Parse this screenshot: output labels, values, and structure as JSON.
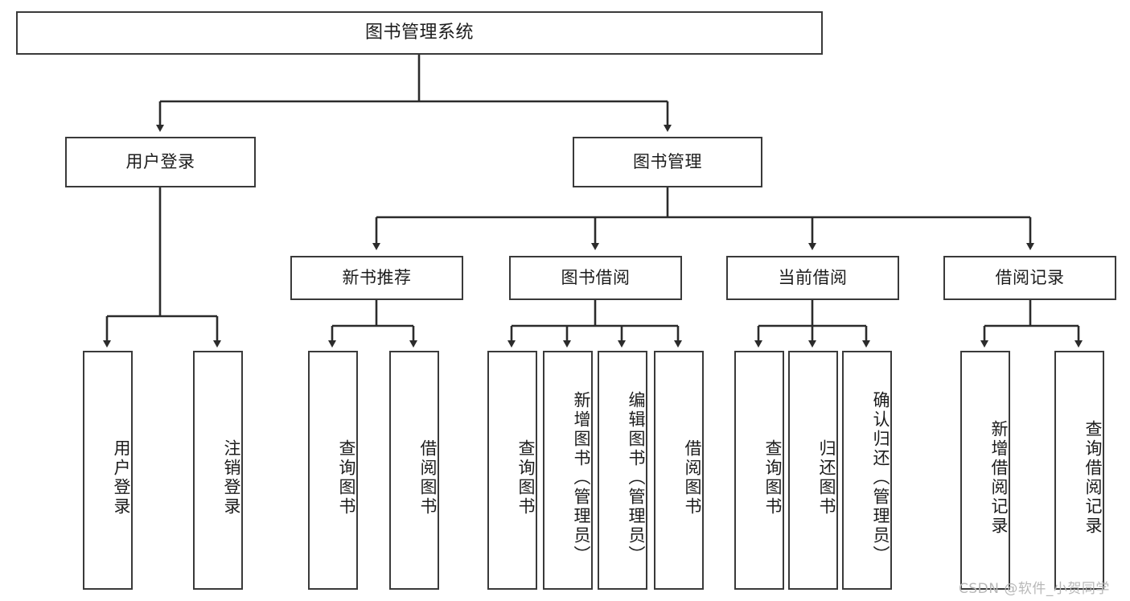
{
  "diagram": {
    "type": "tree",
    "title": "图书管理系统",
    "orientation": "top-down",
    "colors": {
      "box_border": "#3a3a3a",
      "box_fill": "#ffffff",
      "connector": "#2b2b2b",
      "text": "#1c1c1c",
      "watermark": "#b8b8b8",
      "background": "#ffffff"
    }
  },
  "root": {
    "label": "图书管理系统"
  },
  "level2": [
    {
      "id": "user-login",
      "label": "用户登录"
    },
    {
      "id": "book-management",
      "label": "图书管理"
    }
  ],
  "level3": [
    {
      "id": "new-book-recommend",
      "label": "新书推荐",
      "parent": "book-management"
    },
    {
      "id": "book-borrow",
      "label": "图书借阅",
      "parent": "book-management"
    },
    {
      "id": "current-borrow",
      "label": "当前借阅",
      "parent": "book-management"
    },
    {
      "id": "borrow-record",
      "label": "借阅记录",
      "parent": "book-management"
    }
  ],
  "leaves": {
    "user_login": [
      {
        "id": "leaf-user-login",
        "label": "用户登录"
      },
      {
        "id": "leaf-logout-login",
        "label": "注销登录"
      }
    ],
    "new_book_recommend": [
      {
        "id": "leaf-query-book-1",
        "label": "查询图书"
      },
      {
        "id": "leaf-borrow-book-1",
        "label": "借阅图书"
      }
    ],
    "book_borrow": [
      {
        "id": "leaf-query-book-2",
        "label": "查询图书"
      },
      {
        "id": "leaf-add-book",
        "label": "新增图书（管理员）"
      },
      {
        "id": "leaf-edit-book",
        "label": "编辑图书（管理员）"
      },
      {
        "id": "leaf-borrow-book-2",
        "label": "借阅图书"
      }
    ],
    "current_borrow": [
      {
        "id": "leaf-query-book-3",
        "label": "查询图书"
      },
      {
        "id": "leaf-return-book",
        "label": "归还图书"
      },
      {
        "id": "leaf-confirm-return",
        "label": "确认归还（管理员）"
      }
    ],
    "borrow_record": [
      {
        "id": "leaf-add-record",
        "label": "新增借阅记录"
      },
      {
        "id": "leaf-query-record",
        "label": "查询借阅记录"
      }
    ]
  },
  "watermark": {
    "text": "CSDN @软件_小贺同学"
  }
}
